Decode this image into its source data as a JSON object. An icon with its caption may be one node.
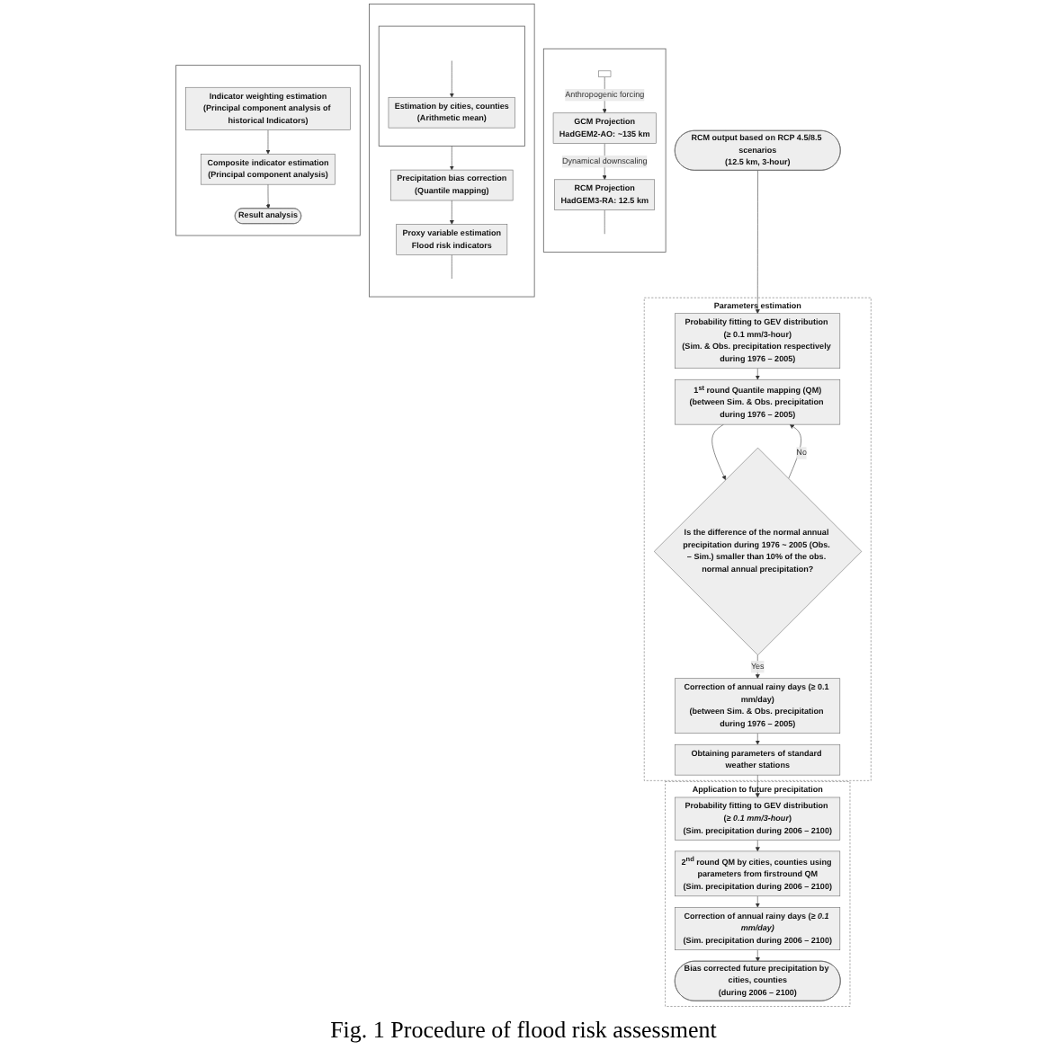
{
  "diagram": {
    "caption": "Fig. 1 Procedure of flood risk assessment",
    "nodes": [
      {
        "text": [],
        "shape": "box"
      },
      {
        "text": [],
        "shape": "box",
        "in": 0
      },
      {
        "text": [
          "GCM Projection",
          "HadGEM2-AO: ~135 km"
        ],
        "in": 0
      },
      {
        "text": [
          "RCM Projection",
          "HadGEM3-RA: 12.5 km"
        ],
        "in": 0
      },
      {
        "text": [],
        "shape": "box"
      },
      {
        "text": [],
        "shape": "box",
        "in": 4
      },
      {
        "text": [
          "Estimation by cities, counties",
          "(Arithmetic mean)"
        ],
        "in": 5
      },
      {
        "text": [
          "Precipitation bias correction",
          "(Quantile mapping)"
        ],
        "in": 4
      },
      {
        "text": [
          "Proxy variable estimation",
          "Flood risk indicators"
        ],
        "in": 4
      },
      {
        "text": [],
        "shape": "box"
      },
      {
        "text": [
          "Indicator weighting estimation",
          "(Principal component analysis of historical Indicators)"
        ],
        "in": 9
      },
      {
        "text": [
          "Composite indicator estimation",
          "(Principal component analysis)"
        ],
        "in": 9
      },
      {
        "text": [
          "Result analysis"
        ],
        "in": 9
      },
      {
        "text": [
          "RCM output based on RCP 4.5/8.5 scenarios",
          "(12.5 km, 3-hour)"
        ]
      },
      {
        "text": [
          "Parameters estimation"
        ]
      },
      {
        "text": [
          "Probability fitting to GEV distribution (≥ 0.1 mm/3-hour)",
          "(Sim. & Obs. precipitation respectively during 1976 – 2005)"
        ],
        "in": 14
      },
      {
        "text": [
          "1$^{st}$ round Quantile mapping (QM)",
          "(between Sim. & Obs. precipitation during 1976 – 2005)"
        ],
        "in": 14
      },
      {
        "text": [
          "Is the difference of the normal annual precipitation during 1976 ~ 2005 (Obs. – Sim.) smaller than 10% of the obs. normal annual precipitation?"
        ],
        "in": 14
      },
      {
        "text": [
          "Correction of annual rainy days (≥ 0.1 mm/day)",
          "(between Sim. & Obs. precipitation during 1976 – 2005)"
        ],
        "in": 14
      },
      {
        "text": [
          "Obtaining parameters of standard weather stations"
        ],
        "in": 14
      },
      {
        "text": [
          "Application to future precipitation"
        ]
      },
      {
        "text": [
          "Probability fitting to GEV distribution (*≥ 0.1 mm/3-hour*)",
          "(Sim. precipitation during 2006 – 2100)"
        ],
        "in": 20
      },
      {
        "text": [
          "2$^{nd}$ round QM by cities, counties using parameters from firstround QM",
          "(Sim. precipitation during 2006 – 2100)"
        ],
        "in": 20
      },
      {
        "text": [
          "Correction of annual rainy days (*≥ 0.1 mm/day)*",
          "(Sim. precipitation during 2006 – 2100)"
        ],
        "in": 20
      },
      {
        "text": [
          "Bias corrected future precipitation by cities, counties",
          "(during 2006 – 2100)"
        ],
        "in": 20
      }
    ],
    "edges": [
      {
        "from": 1,
        "to": 2,
        "arrow": "to",
        "label": "Anthropogenic forcing"
      },
      {
        "from": 2,
        "to": 3,
        "arrow": "to",
        "label": "Dynamical downscaling"
      },
      {
        "from": 3,
        "to": null,
        "arrow": "none"
      },
      {
        "from": null,
        "to": 6,
        "arrow": "to"
      },
      {
        "from": 5,
        "to": 7,
        "arrow": "to"
      },
      {
        "from": 7,
        "to": 8,
        "arrow": "to"
      },
      {
        "from": 8,
        "to": null,
        "arrow": "none"
      },
      {
        "from": 10,
        "to": 11,
        "arrow": "to"
      },
      {
        "from": 11,
        "to": 12,
        "arrow": "to"
      },
      {
        "from": 13,
        "to": 15,
        "arrow": "to"
      },
      {
        "from": 15,
        "to": 16,
        "arrow": "to"
      },
      {
        "from": 16,
        "to": 17,
        "arrow": "to"
      },
      {
        "from": 17,
        "to": 16,
        "arrow": "to",
        "label": "No"
      },
      {
        "from": 17,
        "to": 18,
        "arrow": "to",
        "label": "Yes"
      },
      {
        "from": 18,
        "to": 19,
        "arrow": "to"
      },
      {
        "from": 19,
        "to": 21,
        "arrow": "to"
      },
      {
        "from": 21,
        "to": 22,
        "arrow": "to"
      },
      {
        "from": 22,
        "to": 23,
        "arrow": "to"
      },
      {
        "from": 23,
        "to": 24,
        "arrow": "to"
      }
    ]
  }
}
